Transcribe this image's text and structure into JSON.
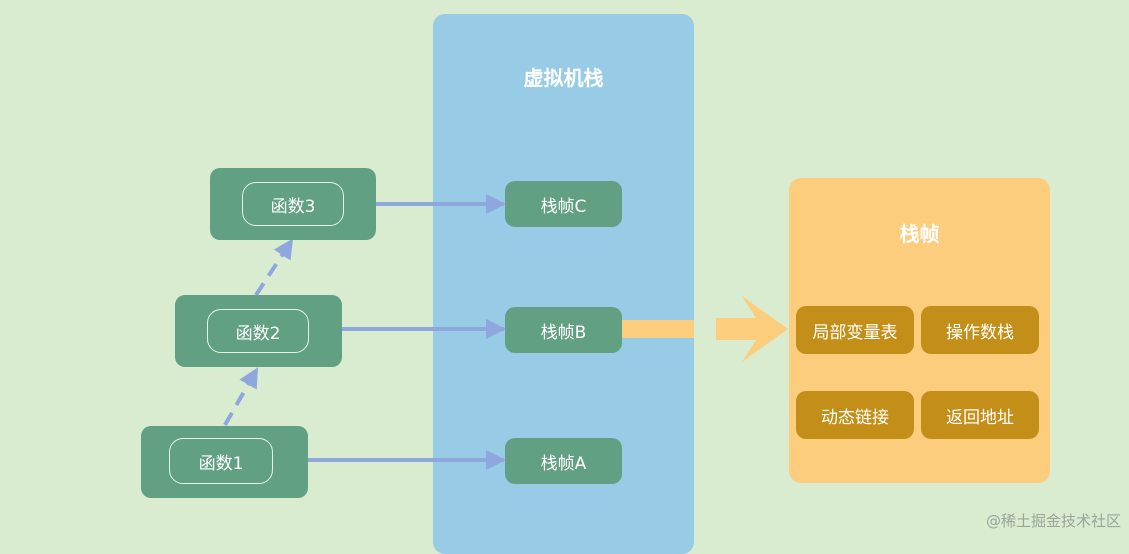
{
  "stack_panel": {
    "title": "虚拟机栈"
  },
  "functions": [
    {
      "label": "函数3"
    },
    {
      "label": "函数2"
    },
    {
      "label": "函数1"
    }
  ],
  "stack_frames": [
    {
      "label": "栈帧C"
    },
    {
      "label": "栈帧B"
    },
    {
      "label": "栈帧A"
    }
  ],
  "frame_detail": {
    "title": "栈帧",
    "fields": [
      {
        "label": "局部变量表"
      },
      {
        "label": "操作数栈"
      },
      {
        "label": "动态链接"
      },
      {
        "label": "返回地址"
      }
    ]
  },
  "watermark": "@稀土掘金技术社区",
  "colors": {
    "background": "#d9ecd0",
    "stack_panel": "#97cbe6",
    "frame_panel": "#fdcd7e",
    "node": "#62a084",
    "field": "#c38f19",
    "arrow": "#8ea8de",
    "big_arrow": "#fdcd7e"
  }
}
